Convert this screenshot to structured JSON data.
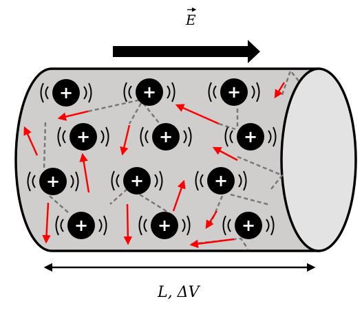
{
  "field_label": "E",
  "bottom_label": "L, ΔV",
  "ion_symbol": "+",
  "colors": {
    "cylinder_body": "#d0cdcd",
    "cylinder_end": "#e3e3e3",
    "outline": "#000000",
    "ion_fill": "#000000",
    "ion_text": "#ffffff",
    "electron_path": "#ff0000",
    "scatter_path": "#777777"
  },
  "icons": [
    "field-arrow-icon",
    "positive-ion-icon",
    "vibration-icon",
    "dimension-arrow-icon"
  ],
  "ion_count": 12
}
